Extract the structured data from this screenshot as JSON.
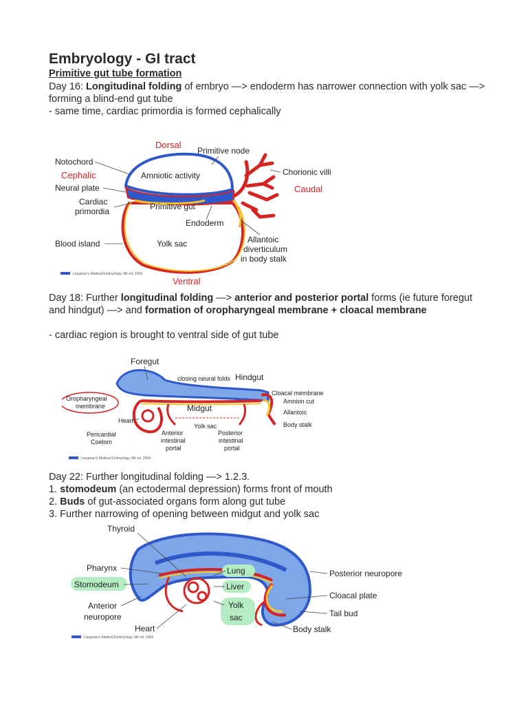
{
  "title": "Embryology - GI tract",
  "subtitle": "Primitive gut tube formation",
  "day16": {
    "prefix": "Day 16: ",
    "bold": "Longitudinal folding",
    "rest": " of embryo —> endoderm has narrower connection with yolk sac —> forming a blind-end gut tube",
    "line2": "- same time, cardiac primordia is formed cephalically"
  },
  "fig1": {
    "dorsal": "Dorsal",
    "ventral": "Ventral",
    "cephalic": "Cephalic",
    "caudal": "Caudal",
    "notochord": "Notochord",
    "primitive_node": "Primitive node",
    "chorionic_villi": "Chorionic villi",
    "amniotic_activity": "Amniotic activity",
    "neural_plate": "Neural plate",
    "cardiac_1": "Cardiac",
    "cardiac_2": "primordia",
    "primitive_gut": "Primitive gut",
    "endoderm": "Endoderm",
    "blood_island": "Blood island",
    "yolk_sac": "Yolk sac",
    "allantoic_1": "Allantoic",
    "allantoic_2": "diverticulum",
    "allantoic_3": "in body stalk",
    "citation": "Langman's Medical Embryology, 9th ed. 2004."
  },
  "day18": {
    "prefix": "Day 18: Further ",
    "bold1": "longitudinal folding",
    "mid1": " —> ",
    "bold2": "anterior and posterior portal",
    "mid2": " forms (ie future foregut and hindgut) —> and ",
    "bold3": "formation of oropharyngeal membrane + cloacal membrane",
    "line2": "- cardiac region is brought to ventral side of gut tube"
  },
  "fig2": {
    "foregut": "Foregut",
    "closing_neural_folds": "closing neural folds",
    "hindgut": "Hindgut",
    "oro_1": "Oropharyngeal",
    "oro_2": "membrane",
    "cloacal_membrane": "Cloacal membrane",
    "amnion_cut": "Amnion cut",
    "allantois": "Allantois",
    "midgut": "Midgut",
    "heart": "Heart",
    "yolk_sac": "Yolk sac",
    "body_stalk": "Body stalk",
    "pericardial_1": "Pericardial",
    "pericardial_2": "Coelom",
    "ant_1": "Anterior",
    "ant_2": "intestinal",
    "ant_3": "portal",
    "post_1": "Posterior",
    "post_2": "intestinal",
    "post_3": "portal",
    "citation": "Langman's Medical Embryology, 9th ed. 2004."
  },
  "day22": {
    "line1": "Day 22: Further longitudinal folding —> 1.2.3.",
    "item1_num": "1. ",
    "item1_bold": "stomodeum",
    "item1_rest": " (an ectodermal depression) forms front of mouth",
    "item2_num": "2. ",
    "item2_bold": "Buds",
    "item2_rest": " of gut-associated organs form along gut tube",
    "item3": "3. Further narrowing of opening between midgut and yolk sac"
  },
  "fig3": {
    "thyroid": "Thyroid",
    "pharynx": "Pharynx",
    "stomodeum": "Stomodeum",
    "anterior_1": "Anterior",
    "anterior_2": "neuropore",
    "heart": "Heart",
    "lung": "Lung",
    "liver": "Liver",
    "yolk": "Yolk",
    "sac": "sac",
    "posterior_neuropore": "Posterior neuropore",
    "cloacal_plate": "Cloacal plate",
    "tail_bud": "Tail bud",
    "body_stalk": "Body stalk",
    "citation": "Langman's Medical Embryology, 9th ed. 2004."
  },
  "colors": {
    "ectoderm_blue": "#2f58c8",
    "mesoderm_red": "#d42424",
    "endoderm_yellow": "#f4c430",
    "highlight_green": "#b6ecc3",
    "light_blue": "#7ea7ea"
  }
}
